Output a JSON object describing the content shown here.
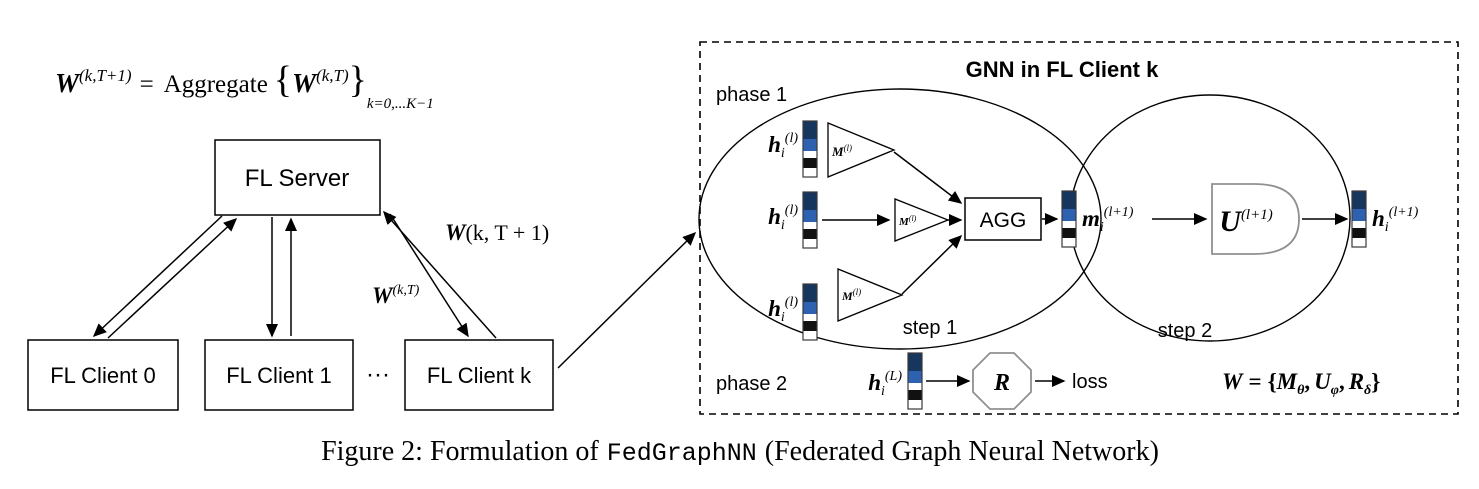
{
  "colors": {
    "bar": [
      "#17365e",
      "#2e62b0",
      "#ffffff",
      "#111111",
      "#ffffff"
    ],
    "bar_outline": "#3a3a3a",
    "shape_stroke": "#909090",
    "line": "#000000"
  },
  "formula": {
    "w_left": "W",
    "sup_left": "(k,T+1)",
    "equals": "=",
    "aggregate": "Aggregate",
    "open_brace": "{",
    "w_right": "W",
    "sup_right": "(k,T)",
    "close_brace": "}",
    "subscript": "k=0,...K−1"
  },
  "federation": {
    "server_label": "FL Server",
    "client0_label": "FL Client 0",
    "client1_label": "FL Client 1",
    "ellipsis": "···",
    "clientk_label": "FL Client k",
    "upload_w": "W",
    "upload_rest": "(k, T + 1)",
    "download_w": "W",
    "download_sup": "(k,T)"
  },
  "gnn": {
    "title": "GNN in FL Client k",
    "phase1_label": "phase 1",
    "phase2_label": "phase 2",
    "step1_label": "step 1",
    "step2_label": "step 2",
    "h_in": {
      "base": "h",
      "sub": "i",
      "sup": "(l)"
    },
    "msg_fn": {
      "base": "M",
      "sup": "(l)"
    },
    "agg_label": "AGG",
    "m_out": {
      "base": "m",
      "sub": "i",
      "sup": "(l+1)"
    },
    "update_fn": {
      "base": "U",
      "sup": "(l+1)"
    },
    "h_out": {
      "base": "h",
      "sub": "i",
      "sup": "(l+1)"
    },
    "h_final": {
      "base": "h",
      "sub": "i",
      "sup": "(L)"
    },
    "readout_label": "R",
    "loss_label": "loss",
    "weights": {
      "w": "W",
      "eq": "=",
      "open": "{",
      "m": "M",
      "m_sub": "θ",
      "comma1": ",",
      "u": "U",
      "u_sub": "φ",
      "comma2": ",",
      "r": "R",
      "r_sub": "δ",
      "close": "}"
    }
  },
  "caption": {
    "prefix": "Figure 2: Formulation of",
    "code": "FedGraphNN",
    "suffix": "(Federated Graph Neural Network)"
  }
}
